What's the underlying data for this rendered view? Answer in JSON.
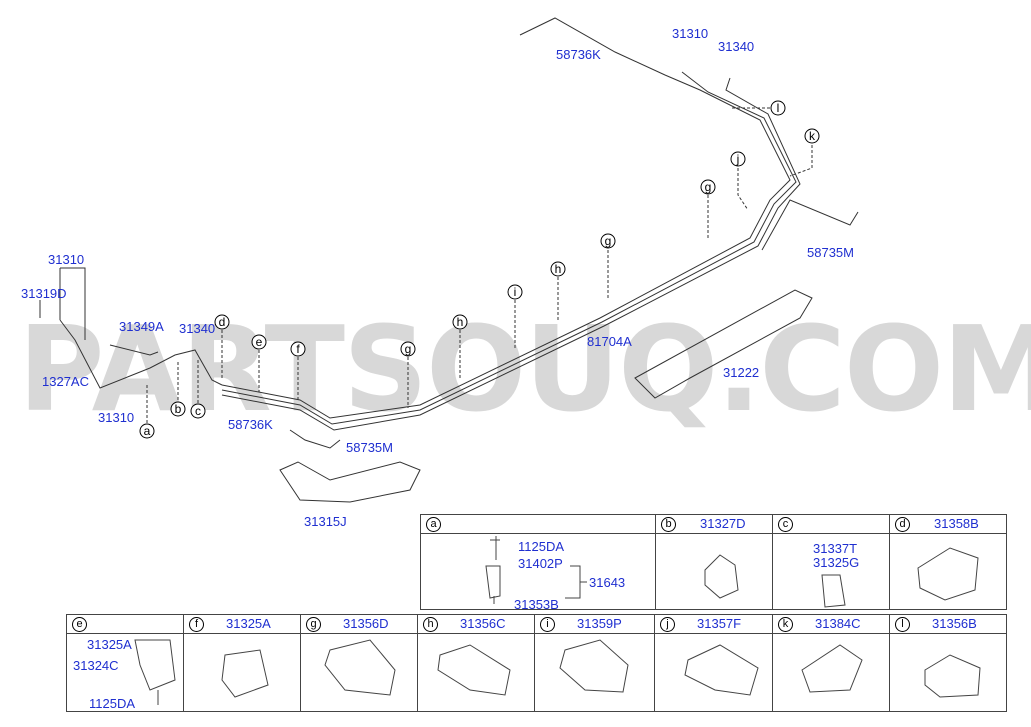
{
  "watermark": "PARTSOUQ.COM",
  "labels": {
    "l31310_top": "31310",
    "l31340_top": "31340",
    "l58736K_top": "58736K",
    "l58735M_right": "58735M",
    "l81704A": "81704A",
    "l31222": "31222",
    "l31310_left": "31310",
    "l31319D": "31319D",
    "l1327AC": "1327AC",
    "l31310_bottom": "31310",
    "l31349A": "31349A",
    "l31340_mid": "31340",
    "l58736K_mid": "58736K",
    "l58735M_mid": "58735M",
    "l31315J": "31315J"
  },
  "refs": [
    "a",
    "b",
    "c",
    "d",
    "e",
    "f",
    "g",
    "h",
    "i",
    "j",
    "k",
    "l"
  ],
  "table_top": [
    {
      "ref": "a",
      "part": "",
      "items": [
        "1125DA",
        "31402P",
        "31643",
        "31353B"
      ]
    },
    {
      "ref": "b",
      "part": "31327D"
    },
    {
      "ref": "c",
      "part": "",
      "items": [
        "31337T",
        "31325G"
      ]
    },
    {
      "ref": "d",
      "part": "31358B"
    }
  ],
  "table_bottom": [
    {
      "ref": "e",
      "part": "",
      "items": [
        "31325A",
        "31324C",
        "1125DA"
      ]
    },
    {
      "ref": "f",
      "part": "31325A"
    },
    {
      "ref": "g",
      "part": "31356D"
    },
    {
      "ref": "h",
      "part": "31356C"
    },
    {
      "ref": "i",
      "part": "31359P"
    },
    {
      "ref": "j",
      "part": "31357F"
    },
    {
      "ref": "k",
      "part": "31384C"
    },
    {
      "ref": "l",
      "part": "31356B"
    }
  ]
}
